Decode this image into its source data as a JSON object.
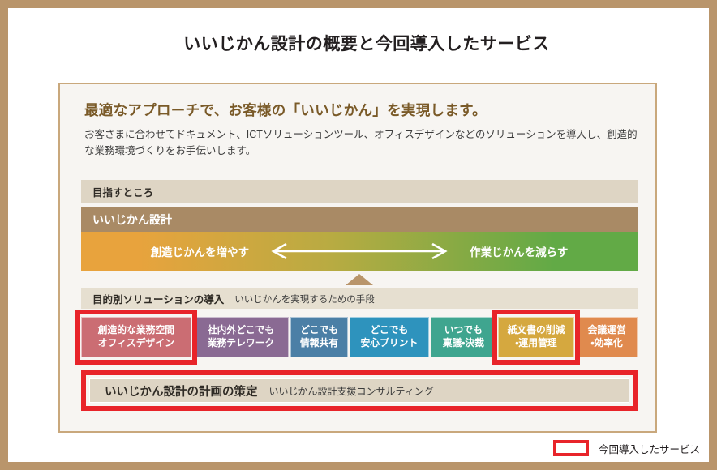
{
  "slide": {
    "title": "いいじかん設計の概要と今回導入したサービス"
  },
  "panel": {
    "heading": "最適なアプローチで、お客様の「いいじかん」を実現します。",
    "description": "お客さまに合わせてドキュメント、ICTソリューションツール、オフィスデザインなどのソリューションを導入し、創造的な業務環境づくりをお手伝いします。"
  },
  "goal_section": {
    "strip_label": "目指すところ",
    "strip_bg": "#ded5c4",
    "brand_band_label": "いいじかん設計",
    "brand_band_bg": "#a98a65",
    "gradient": {
      "left_label": "創造じかんを増やす",
      "right_label": "作業じかんを減らす",
      "from_color": "#e8a33d",
      "to_color": "#62aa46",
      "arrow_icon": "double-headed-arrow"
    }
  },
  "solution_section": {
    "strip_label": "目的別ソリューションの導入",
    "strip_sublabel": "いいじかんを実現するための手段",
    "strip_bg": "#e6dfd0",
    "cards": [
      {
        "line1": "創造的な業務空間",
        "line2": "オフィスデザイン",
        "color": "#cb6d73",
        "width": 156,
        "highlighted": true
      },
      {
        "line1": "社内外どこでも",
        "line2": "業務テレワーク",
        "color": "#8a6a93",
        "width": 136,
        "highlighted": false
      },
      {
        "line1": "どこでも",
        "line2": "情報共有",
        "color": "#4b7fa6",
        "width": 80,
        "highlighted": false
      },
      {
        "line1": "どこでも",
        "line2": "安心プリント",
        "color": "#2e93bd",
        "width": 112,
        "highlighted": false
      },
      {
        "line1": "いつでも",
        "line2": "稟議・決裁",
        "color": "#3fa58f",
        "width": 92,
        "highlighted": false
      },
      {
        "line1": "紙文書の削減",
        "line2": "・運用管理",
        "color": "#d5a83f",
        "width": 108,
        "highlighted": true
      },
      {
        "line1": "会議運営",
        "line2": "・効率化",
        "color": "#e08a4e",
        "width": 86,
        "highlighted": false
      }
    ]
  },
  "consulting": {
    "title": "いいじかん設計の計画の策定",
    "subtitle": "いいじかん設計支援コンサルティング",
    "bg": "#ded5c4",
    "highlight_color": "#e8242a"
  },
  "legend": {
    "label": "今回導入したサービス",
    "swatch_border_color": "#e8242a"
  },
  "theme": {
    "frame_color": "#b9956b",
    "panel_bg": "#f7f5f2",
    "panel_border": "#c9a87c",
    "heading_color": "#7a5a28",
    "highlight_red": "#e8242a"
  }
}
